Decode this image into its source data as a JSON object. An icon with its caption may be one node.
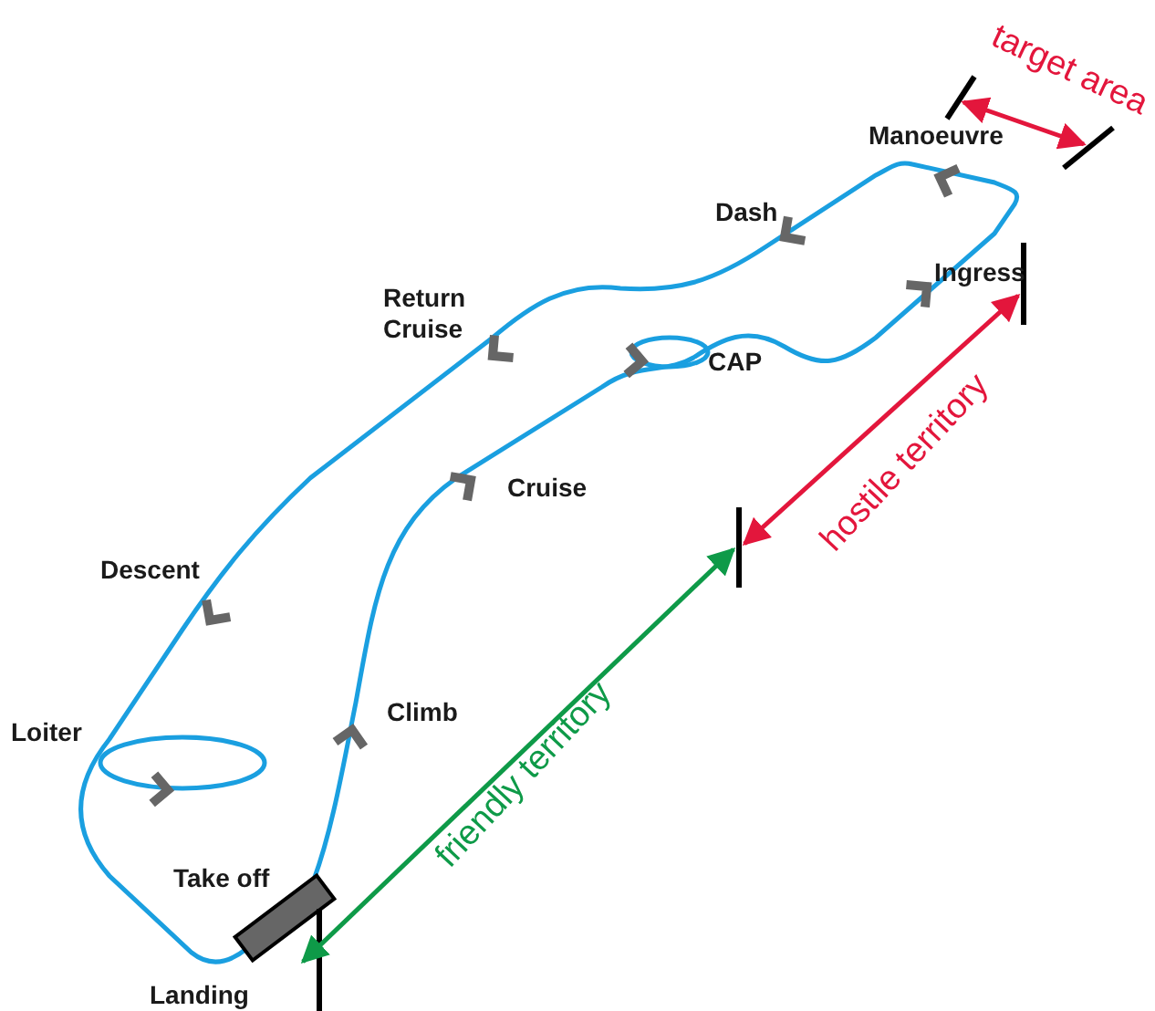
{
  "diagram": {
    "labels": [
      "target area",
      "Manoeuvre",
      "Dash",
      "Ingress",
      "Return Cruise",
      "CAP",
      "hostile territory",
      "Cruise",
      "Descent",
      "Climb",
      "Loiter",
      "friendly territory",
      "Take off",
      "Landing"
    ]
  }
}
